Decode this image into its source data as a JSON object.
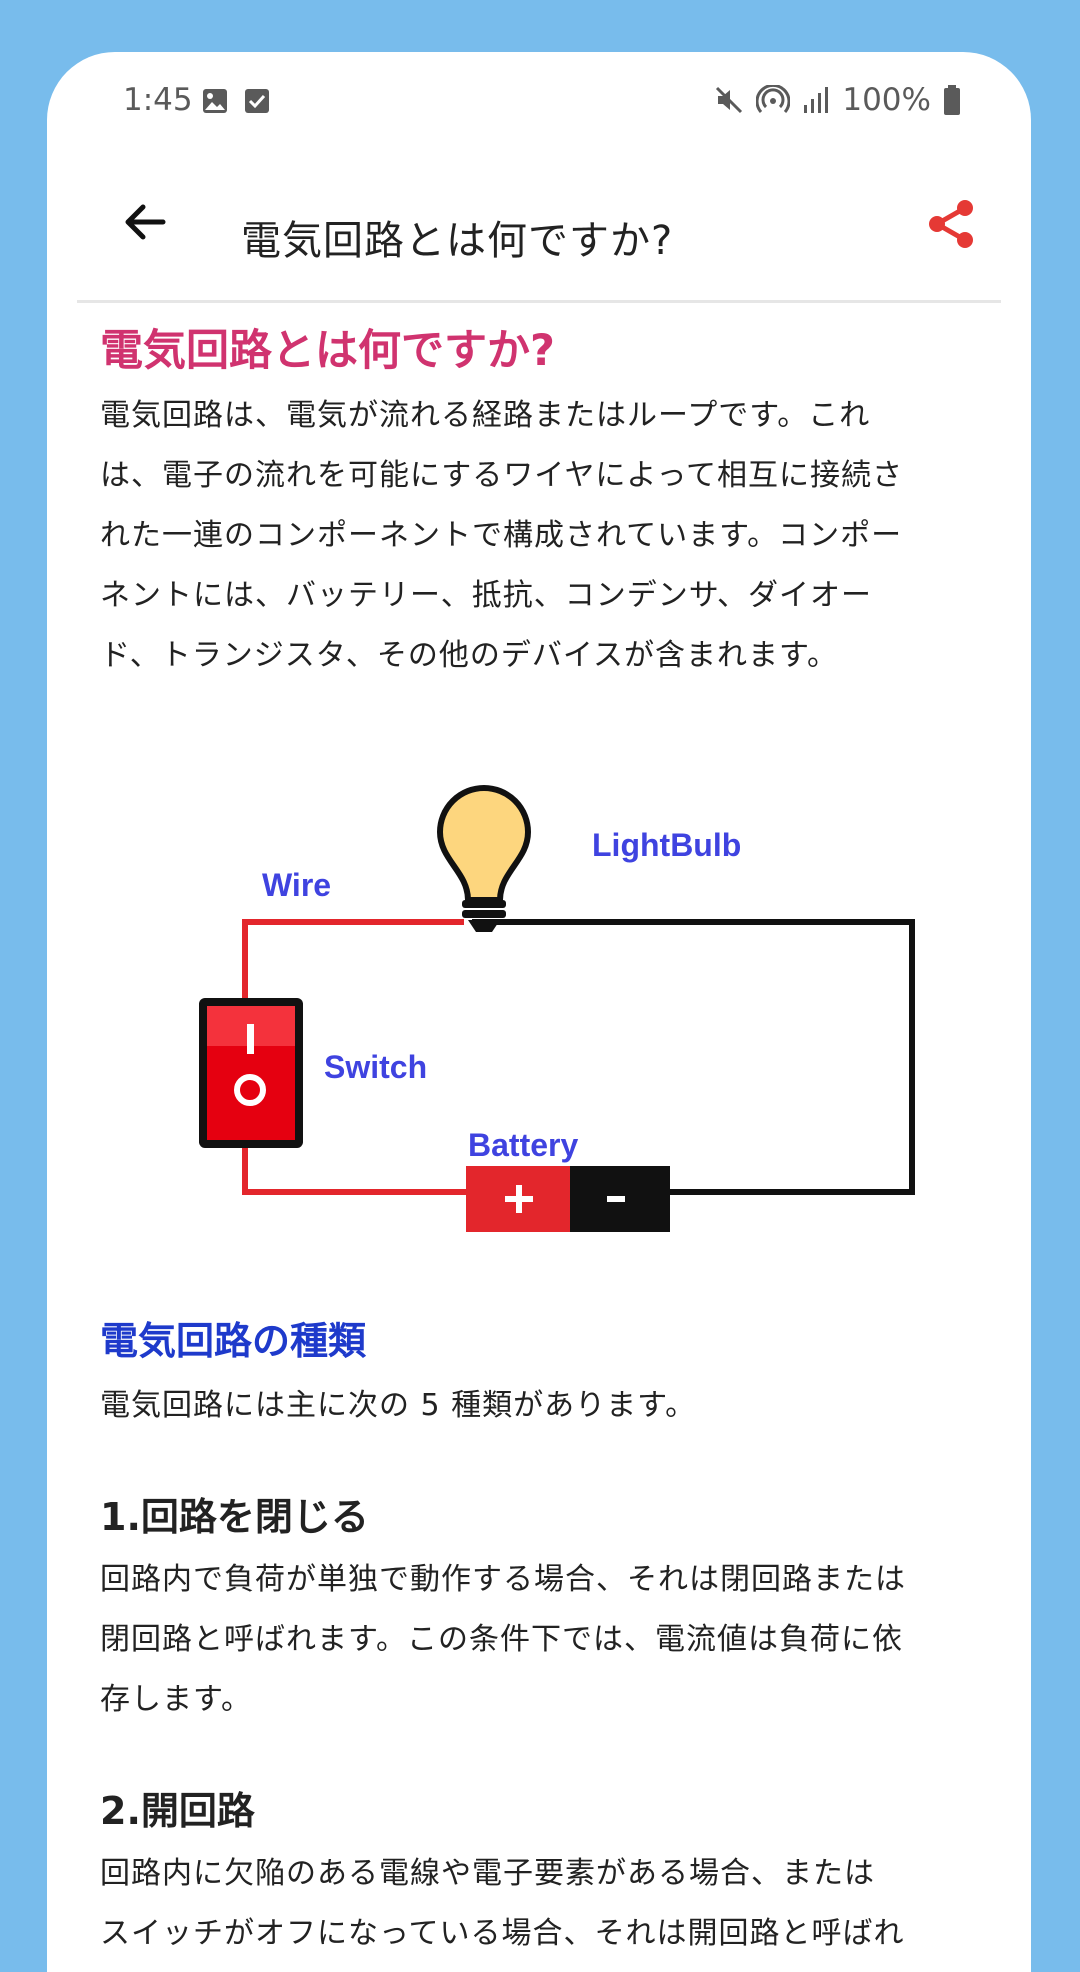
{
  "status_bar": {
    "time": "1:45",
    "battery": "100%"
  },
  "app_bar": {
    "title": "電気回路とは何ですか?",
    "back_icon": "arrow-left-icon",
    "share_icon": "share-icon",
    "share_color": "#E53935"
  },
  "article": {
    "heading": "電気回路とは何ですか?",
    "intro_lines": [
      "電気回路は、電気が流れる経路またはループです。これ",
      "は、電子の流れを可能にするワイヤによって相互に接続さ",
      "れた一連のコンポーネントで構成されています。コンポー",
      "ネントには、バッテリー、抵抗、コンデンサ、ダイオー",
      "ド、トランジスタ、その他のデバイスが含まれます。"
    ],
    "diagram": {
      "labels": {
        "bulb": "LightBulb",
        "wire": "Wire",
        "switch": "Switch",
        "battery": "Battery",
        "plus": "+",
        "minus": "-",
        "switch_on": "I",
        "switch_off": "O"
      }
    },
    "types_heading": "電気回路の種類",
    "types_intro": "電気回路には主に次の 5 種類があります。",
    "item1_title": "1.回路を閉じる",
    "item1_lines": [
      "回路内で負荷が単独で動作する場合、それは閉回路または",
      "閉回路と呼ばれます。この条件下では、電流値は負荷に依",
      "存します。"
    ],
    "item2_title": "2.開回路",
    "item2_lines": [
      "回路内に欠陥のある電線や電子要素がある場合、または",
      "スイッチがオフになっている場合、それは開回路と呼ばれ"
    ]
  },
  "colors": {
    "background": "#78BCEC",
    "heading": "#D0336F",
    "subheading": "#1E3ACB",
    "label": "#3F43E0",
    "wire_red": "#E3262C"
  }
}
